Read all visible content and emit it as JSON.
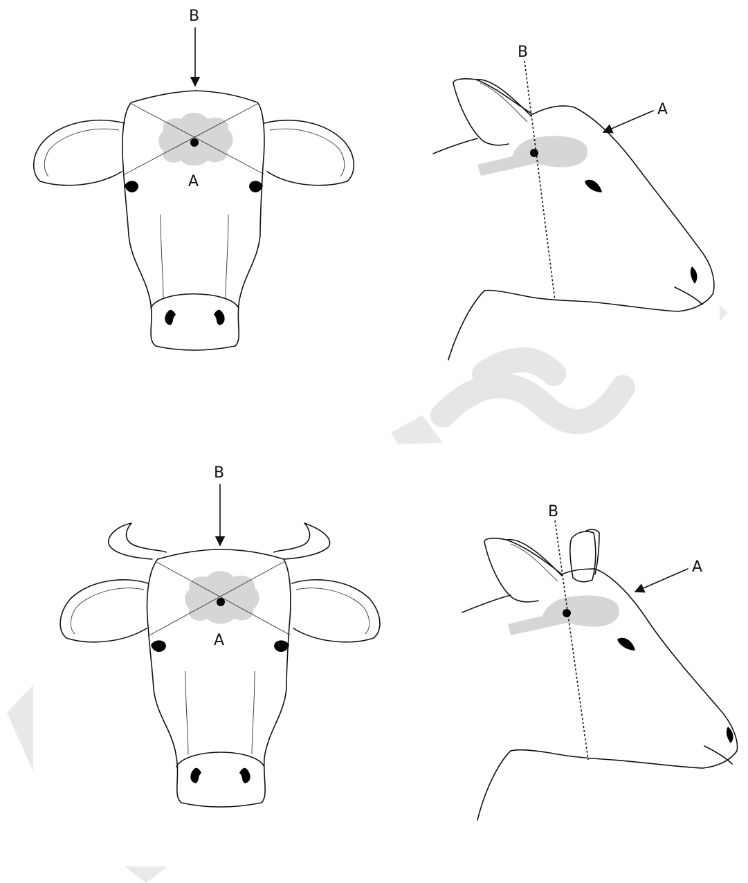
{
  "panels": [
    {
      "id": "hornless-front",
      "labels": {
        "arrow": "B",
        "point": "A"
      }
    },
    {
      "id": "hornless-side",
      "labels": {
        "line": "B",
        "arrow": "A"
      }
    },
    {
      "id": "horned-front",
      "labels": {
        "arrow": "B",
        "point": "A"
      }
    },
    {
      "id": "horned-side",
      "labels": {
        "line": "B",
        "arrow": "A"
      }
    }
  ],
  "colors": {
    "line": "#111111",
    "brain": "#d6d6d6",
    "watermark": "#e8e8e8"
  }
}
